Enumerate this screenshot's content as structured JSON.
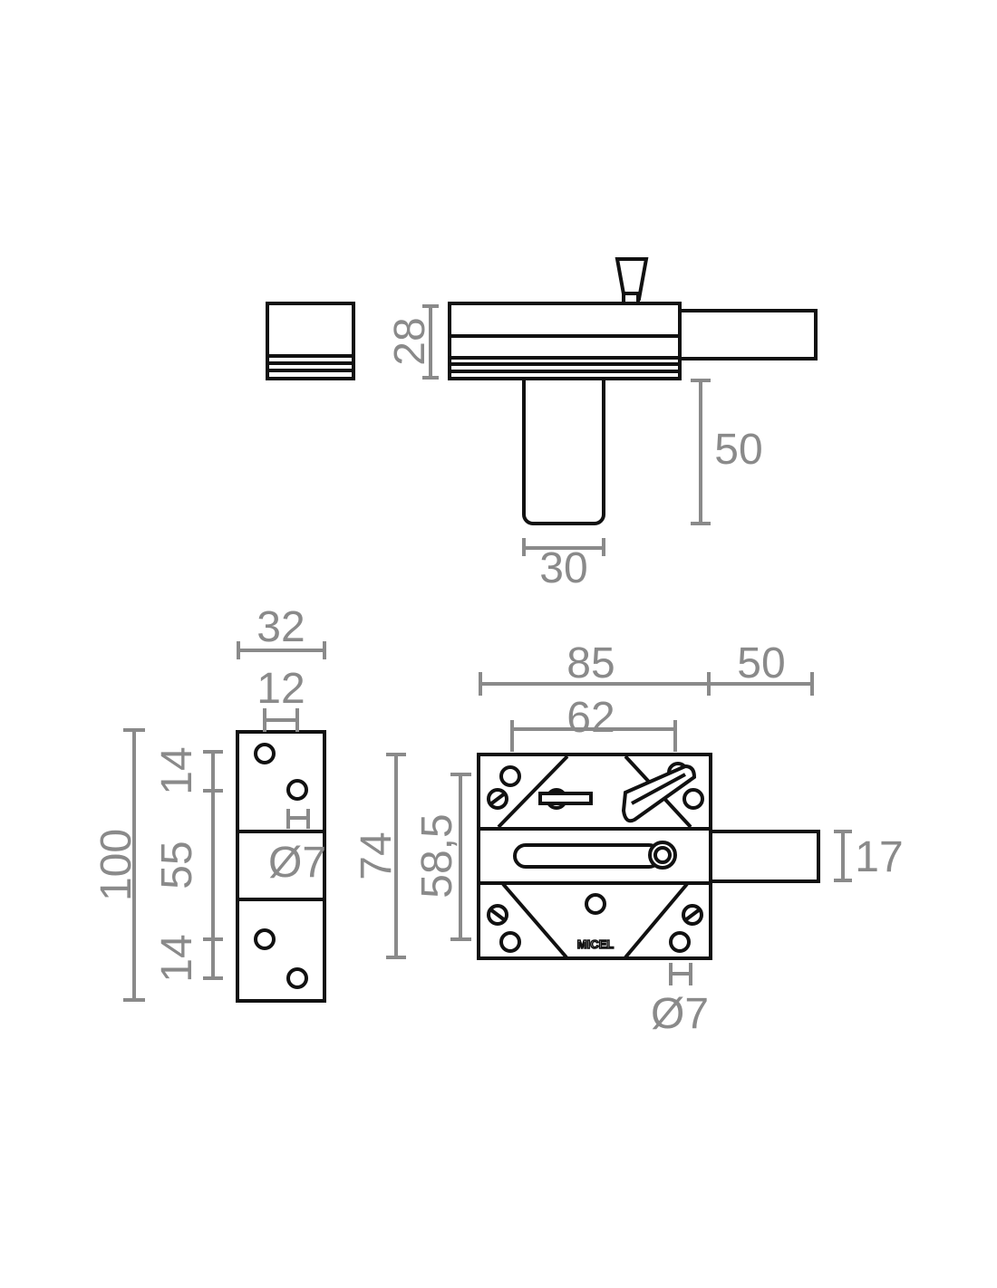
{
  "top_view": {
    "dim_height": "28",
    "dim_leg_length": "50",
    "dim_leg_width": "30"
  },
  "side_view": {
    "dim_width": "32",
    "dim_offset": "12",
    "dim_hole": "Ø7",
    "dim_total": "100",
    "dim_top": "14",
    "dim_middle": "55",
    "dim_bottom": "14"
  },
  "front_view": {
    "dim_body": "85",
    "dim_bolt": "50",
    "dim_inner": "62",
    "dim_height": "74",
    "dim_inner_height": "58,5",
    "dim_bolt_height": "17",
    "dim_hole": "Ø7",
    "brand": "MICEL"
  }
}
